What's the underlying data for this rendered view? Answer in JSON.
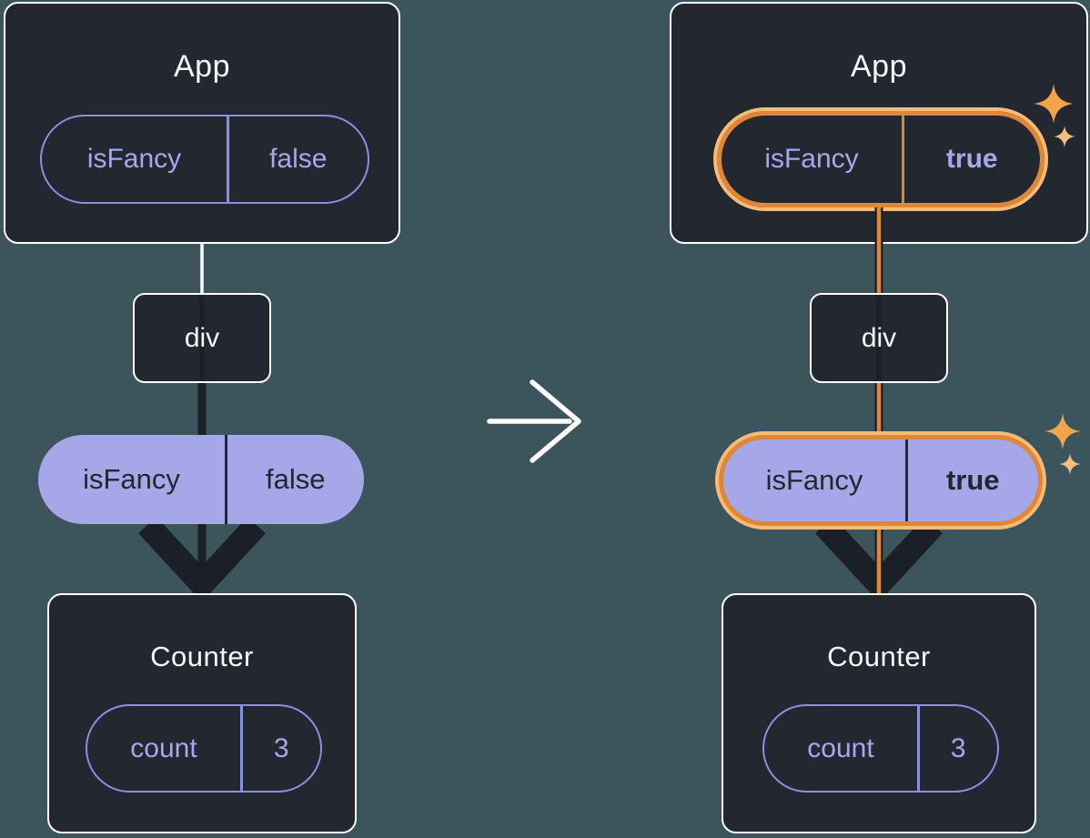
{
  "colors": {
    "bg": "#3C545B",
    "box_bg": "#23272F",
    "box_border": "#FFFFFF",
    "title_text": "#F6F7F9",
    "purple_outline": "#8A8FE0",
    "purple_text": "#A5A8EC",
    "purple_fill": "#A5A7E8",
    "dark_text": "#23272F",
    "wire_dark": "#1B1F26",
    "wire_white": "#FFFFFF",
    "orange": "#E08637",
    "orange_glow": "#F6BB77",
    "sparkle_big": "#F2A44D",
    "sparkle_small": "#F5BE7E"
  },
  "left": {
    "app": {
      "title": "App",
      "state": {
        "key": "isFancy",
        "value": "false"
      }
    },
    "div": {
      "label": "div"
    },
    "prop": {
      "key": "isFancy",
      "value": "false"
    },
    "counter": {
      "title": "Counter",
      "state": {
        "key": "count",
        "value": "3"
      }
    }
  },
  "right": {
    "app": {
      "title": "App",
      "state": {
        "key": "isFancy",
        "value": "true"
      }
    },
    "div": {
      "label": "div"
    },
    "prop": {
      "key": "isFancy",
      "value": "true"
    },
    "counter": {
      "title": "Counter",
      "state": {
        "key": "count",
        "value": "3"
      }
    }
  }
}
